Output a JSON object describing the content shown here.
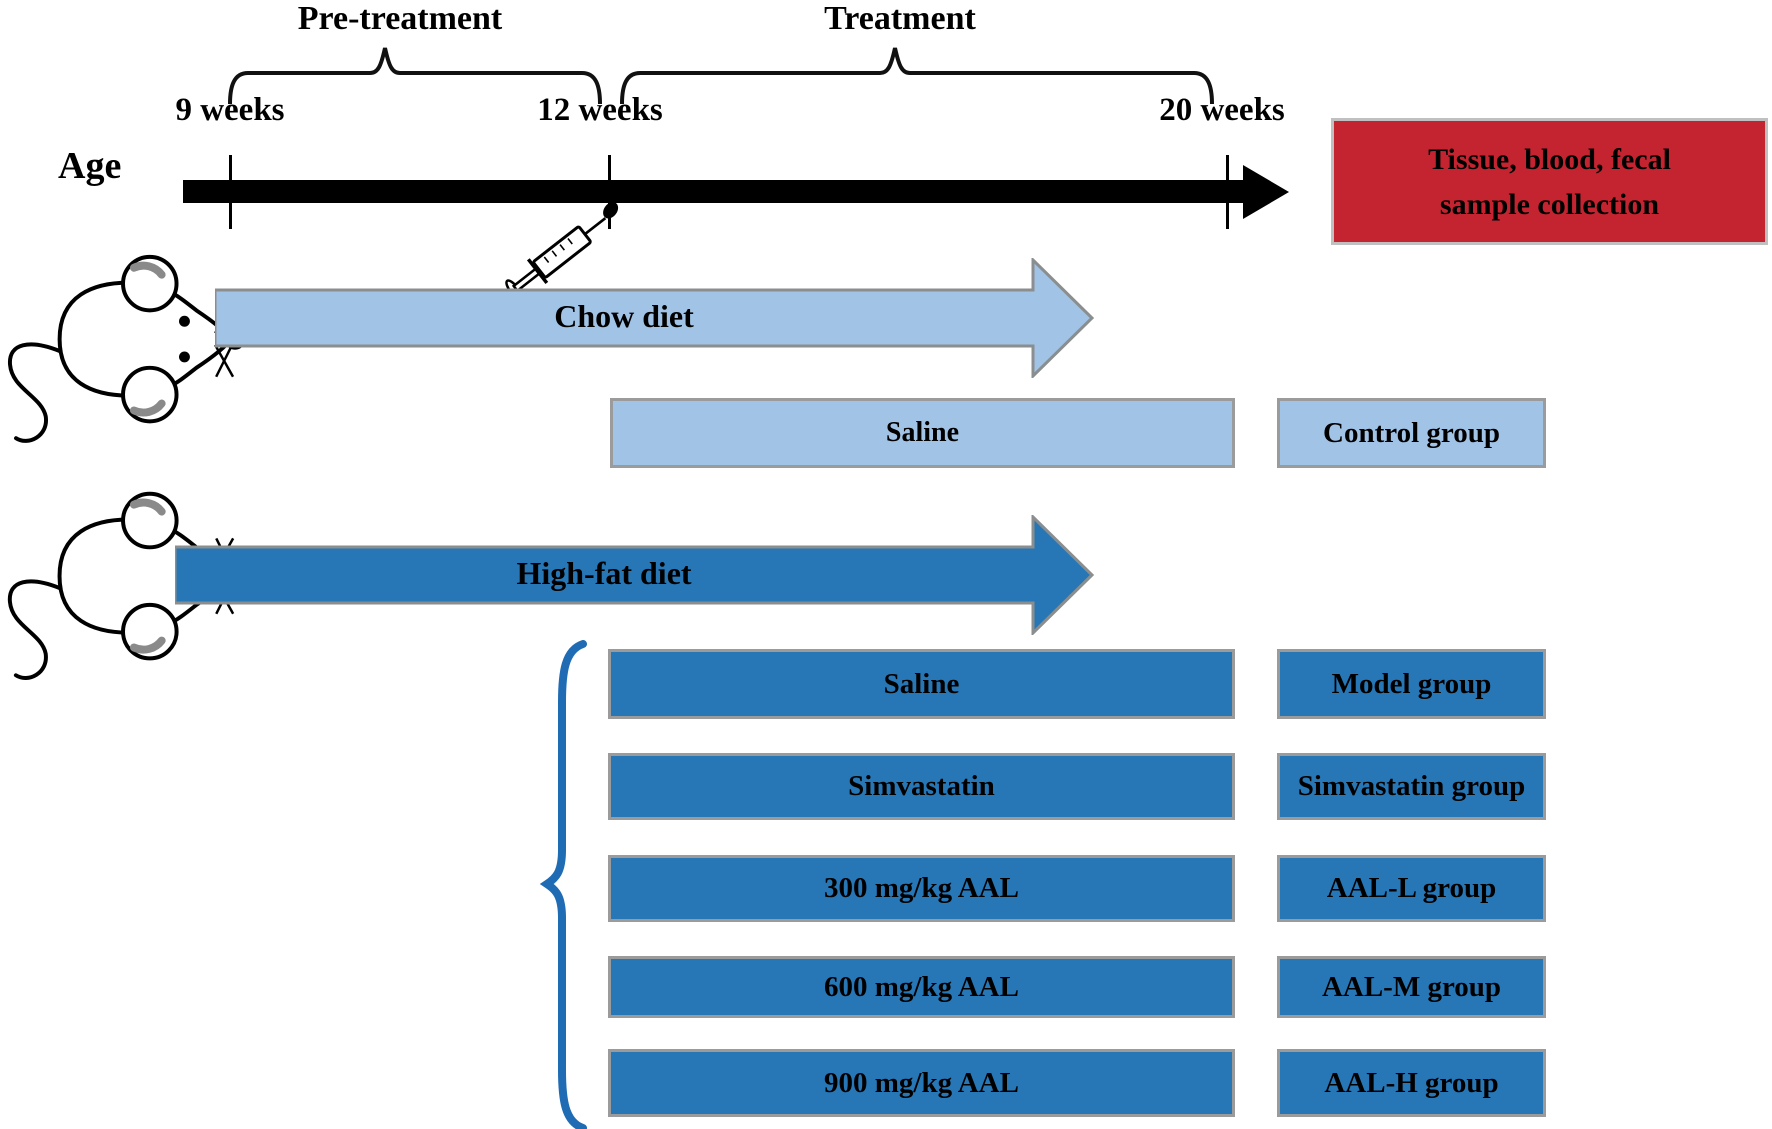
{
  "timeline": {
    "age_label": "Age",
    "phases": [
      {
        "label": "Pre-treatment",
        "start": "9 weeks",
        "end": "12 weeks"
      },
      {
        "label": "Treatment",
        "start": "12 weeks",
        "end": "20 weeks"
      }
    ],
    "ticks": [
      "9 weeks",
      "12 weeks",
      "20 weeks"
    ]
  },
  "sample_collection": {
    "line1": "Tissue, blood, fecal",
    "line2": "sample collection"
  },
  "chow_arm": {
    "diet_label": "Chow diet",
    "rows": [
      {
        "treatment": "Saline",
        "group": "Control group"
      }
    ]
  },
  "hfd_arm": {
    "diet_label": "High-fat diet",
    "rows": [
      {
        "treatment": "Saline",
        "group": "Model group"
      },
      {
        "treatment": "Simvastatin",
        "group": "Simvastatin group"
      },
      {
        "treatment": "300 mg/kg AAL",
        "group": "AAL-L group"
      },
      {
        "treatment": "600 mg/kg AAL",
        "group": "AAL-M group"
      },
      {
        "treatment": "900 mg/kg AAL",
        "group": "AAL-H group"
      }
    ]
  },
  "colors": {
    "light_blue": "#A1C3E6",
    "dark_blue": "#2776B5",
    "red": "#C32430",
    "box_border": "#9B9B9B",
    "brace_blue": "#1F6CB4",
    "timeline_black": "#000000"
  }
}
